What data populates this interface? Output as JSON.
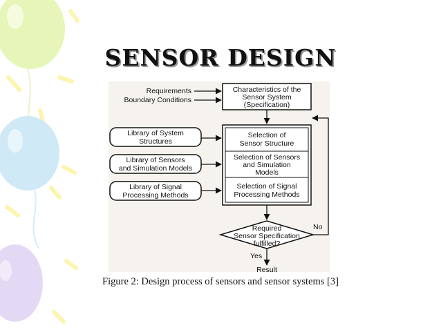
{
  "slide": {
    "title": "SENSOR DESIGN",
    "caption": "Figure 2: Design process of sensors and sensor systems [3]"
  },
  "diagram": {
    "inputs": [
      "Requirements",
      "Boundary Conditions"
    ],
    "spec_box": [
      "Characteristics of the",
      "Sensor System",
      "(Specification)"
    ],
    "libraries": [
      [
        "Library of System",
        "Structures"
      ],
      [
        "Library of Sensors",
        "and Simulation Models"
      ],
      [
        "Library of Signal",
        "Processing Methods"
      ]
    ],
    "steps": [
      [
        "Selection of",
        "Sensor Structure"
      ],
      [
        "Selection of Sensors",
        "and Simulation",
        "Models"
      ],
      [
        "Selection of Signal",
        "Processing Methods"
      ]
    ],
    "decision": [
      "Required",
      "Sensor Specification",
      "fulfilled?"
    ],
    "no_label": "No",
    "yes_label": "Yes",
    "result_label": "Result"
  },
  "colors": {
    "background": "#ffffff",
    "figure_background": "#f6f3ef",
    "lines": "#111111",
    "balloon_green": "#e6f5b8",
    "balloon_blue": "#cfe9f7",
    "balloon_purple": "#e4d9f4",
    "streamer_yellow": "#fbf5b0"
  }
}
